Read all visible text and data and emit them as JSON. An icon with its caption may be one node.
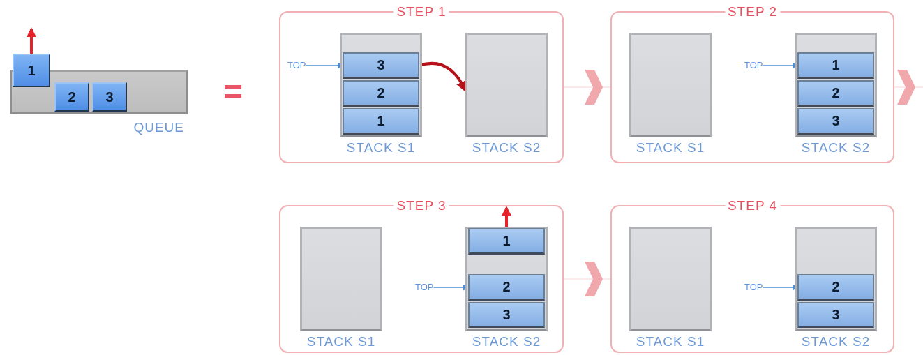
{
  "diagram": {
    "nodes": [
      {
        "text": [
          "QUEUE"
        ]
      },
      {
        "text": [
          "1"
        ]
      },
      {
        "text": [
          "2"
        ],
        "in": 0
      },
      {
        "text": [
          "3"
        ],
        "in": 0
      },
      {
        "text": [
          "STEP 1"
        ]
      },
      {
        "text": [
          "TOP"
        ],
        "in": 4
      },
      {
        "text": [
          "STACK S1"
        ],
        "in": 4
      },
      {
        "text": [
          "3"
        ],
        "in": 6
      },
      {
        "text": [
          "2"
        ],
        "in": 6
      },
      {
        "text": [
          "1"
        ],
        "in": 6
      },
      {
        "text": [
          "STACK S2"
        ],
        "in": 4
      },
      {
        "text": [
          "STEP 2"
        ]
      },
      {
        "text": [
          "STACK S1"
        ],
        "in": 11
      },
      {
        "text": [
          "TOP"
        ],
        "in": 11
      },
      {
        "text": [
          "STACK S2"
        ],
        "in": 11
      },
      {
        "text": [
          "1"
        ],
        "in": 14
      },
      {
        "text": [
          "2"
        ],
        "in": 14
      },
      {
        "text": [
          "3"
        ],
        "in": 14
      },
      {
        "text": [
          "STEP 3"
        ]
      },
      {
        "text": [
          "STACK S1"
        ],
        "in": 18
      },
      {
        "text": [
          "TOP"
        ],
        "in": 18
      },
      {
        "text": [
          "STACK S2"
        ],
        "in": 18
      },
      {
        "text": [
          "1"
        ],
        "in": 21
      },
      {
        "text": [
          "2"
        ],
        "in": 21
      },
      {
        "text": [
          "3"
        ],
        "in": 21
      },
      {
        "text": [
          "STEP 4"
        ]
      },
      {
        "text": [
          "STACK S1"
        ],
        "in": 25
      },
      {
        "text": [
          "TOP"
        ],
        "in": 25
      },
      {
        "text": [
          "STACK S2"
        ],
        "in": 25
      },
      {
        "text": [
          "2"
        ],
        "in": 28
      },
      {
        "text": [
          "3"
        ],
        "in": 28
      }
    ],
    "edges": [
      {
        "from": 5,
        "to": 7,
        "arrow": "to"
      },
      {
        "from": 7,
        "to": 10,
        "arrow": "to",
        "style": "thick",
        "color": "#b5121b"
      },
      {
        "from": 4,
        "to": 11,
        "arrow": "to",
        "color": "#f0a8ac"
      },
      {
        "from": 11,
        "to": null,
        "arrow": "to",
        "color": "#f0a8ac"
      },
      {
        "from": 13,
        "to": 15,
        "arrow": "to"
      },
      {
        "from": 18,
        "to": 25,
        "arrow": "to",
        "color": "#f0a8ac"
      },
      {
        "from": 20,
        "to": 23,
        "arrow": "to"
      },
      {
        "from": 27,
        "to": 29,
        "arrow": "to"
      },
      {
        "from": 1,
        "to": null,
        "arrow": "to",
        "style": "thick",
        "color": "#e8222a"
      },
      {
        "from": 22,
        "to": null,
        "arrow": "to",
        "style": "thick",
        "color": "#e8222a"
      }
    ],
    "labels": [
      "="
    ]
  }
}
